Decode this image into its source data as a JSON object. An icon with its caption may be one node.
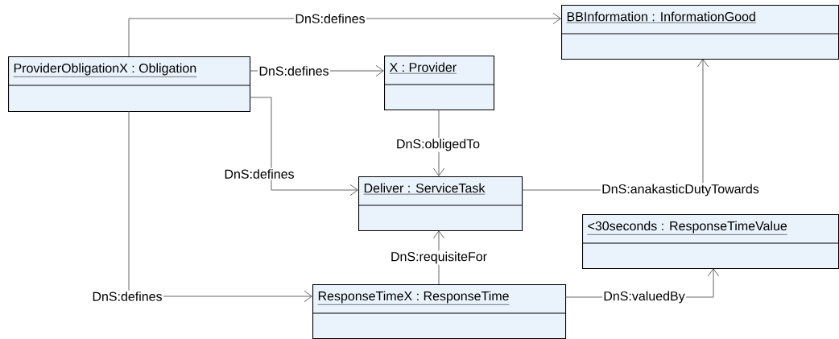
{
  "diagram": {
    "nodes": [
      {
        "text": [
          "ProviderObligationX : Obligation"
        ]
      },
      {
        "text": [
          "X : Provider"
        ]
      },
      {
        "text": [
          "BBInformation : InformationGood"
        ]
      },
      {
        "text": [
          "Deliver : ServiceTask"
        ]
      },
      {
        "text": [
          "<30seconds : ResponseTimeValue"
        ]
      },
      {
        "text": [
          "ResponseTimeX : ResponseTime"
        ]
      }
    ],
    "edges": [
      {
        "from": 0,
        "to": 2,
        "arrow": "to",
        "label": "DnS:defines"
      },
      {
        "from": 0,
        "to": 1,
        "arrow": "to",
        "label": "DnS:defines"
      },
      {
        "from": 0,
        "to": 3,
        "arrow": "to",
        "label": "DnS:defines"
      },
      {
        "from": 0,
        "to": 5,
        "arrow": "to",
        "label": "DnS:defines"
      },
      {
        "from": 1,
        "to": 3,
        "arrow": "to",
        "label": "DnS:obligedTo"
      },
      {
        "from": 5,
        "to": 3,
        "arrow": "to",
        "label": "DnS:requisiteFor"
      },
      {
        "from": 3,
        "to": 2,
        "arrow": "to",
        "label": "DnS:anakasticDutyTowards"
      },
      {
        "from": 5,
        "to": 4,
        "arrow": "to",
        "label": "DnS:valuedBy"
      }
    ]
  }
}
